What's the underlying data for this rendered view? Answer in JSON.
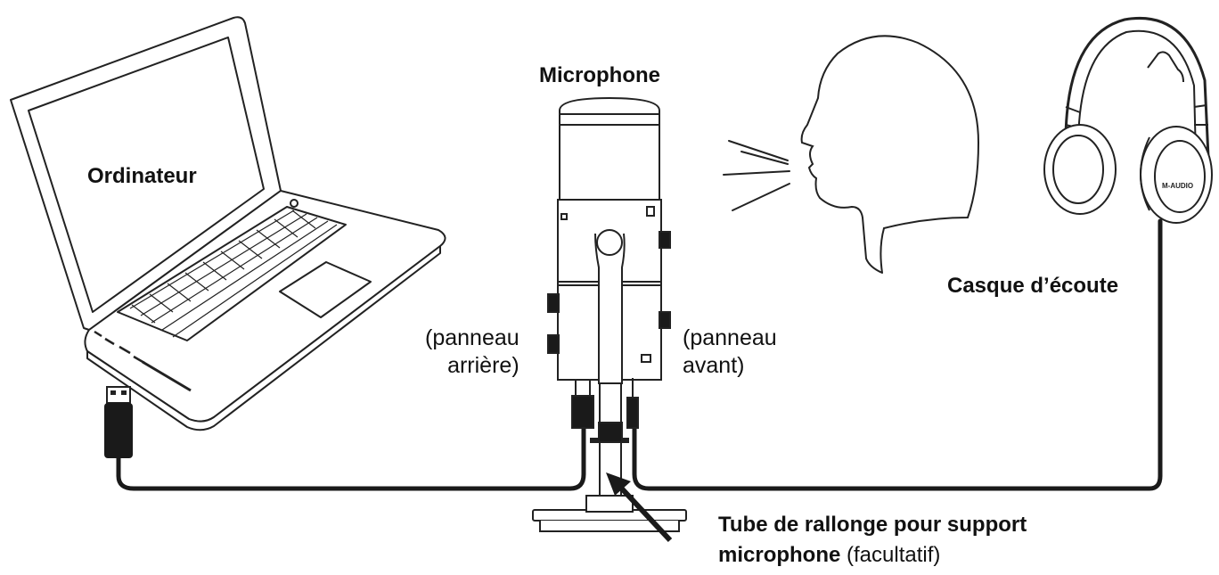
{
  "labels": {
    "computer": "Ordinateur",
    "microphone": "Microphone",
    "headphones": "Casque d’écoute",
    "rear_panel_1": "(panneau",
    "rear_panel_2": "arrière)",
    "front_panel_1": "(panneau",
    "front_panel_2": "avant)",
    "tube_line1": "Tube de rallonge pour support",
    "tube_line2_bold": "microphone",
    "tube_line2_normal": " (facultatif)"
  },
  "headphones_brand": "M-AUDIO",
  "colors": {
    "line": "#222222",
    "cable": "#1a1a1a",
    "fill": "#ffffff"
  }
}
